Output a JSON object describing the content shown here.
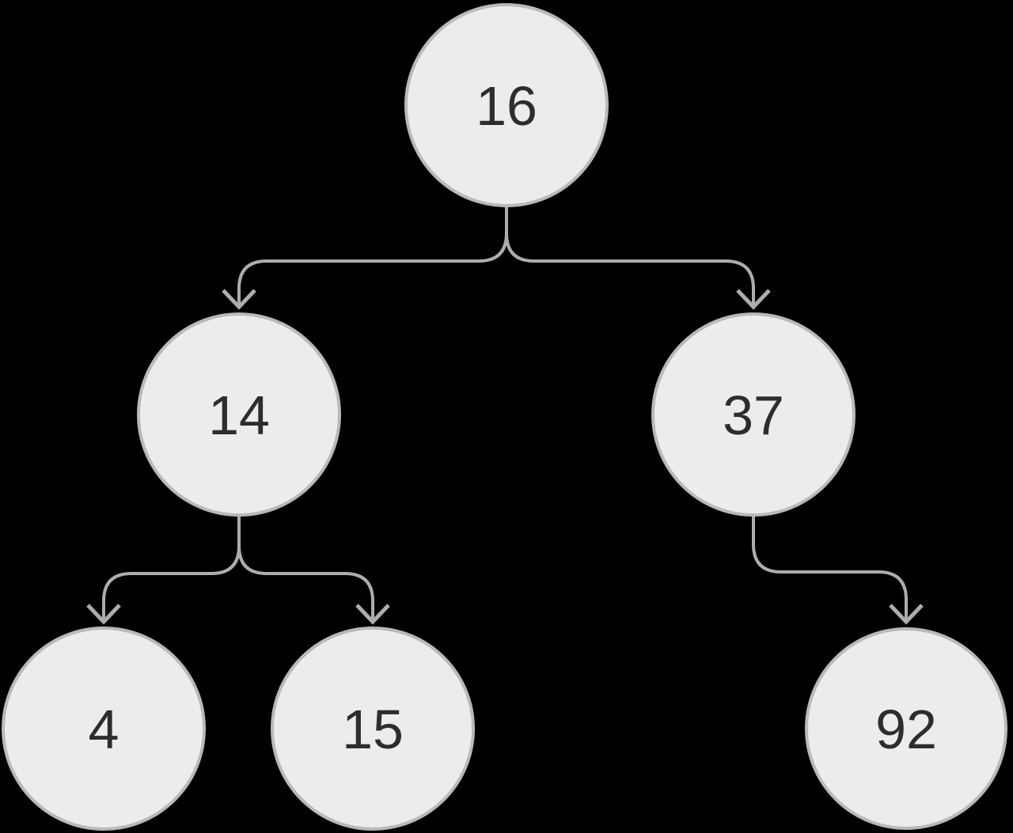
{
  "diagram": {
    "type": "binary-tree",
    "background_color": "#000000",
    "nodes": [
      {
        "id": "16",
        "label": "16",
        "level": 1
      },
      {
        "id": "14",
        "label": "14",
        "level": 2
      },
      {
        "id": "37",
        "label": "37",
        "level": 2
      },
      {
        "id": "4",
        "label": "4",
        "level": 3
      },
      {
        "id": "15",
        "label": "15",
        "level": 3
      },
      {
        "id": "92",
        "label": "92",
        "level": 3
      }
    ],
    "edges": [
      {
        "from": "16",
        "to": "14",
        "side": "left"
      },
      {
        "from": "16",
        "to": "37",
        "side": "right"
      },
      {
        "from": "14",
        "to": "4",
        "side": "left"
      },
      {
        "from": "14",
        "to": "15",
        "side": "right"
      },
      {
        "from": "37",
        "to": "92",
        "side": "right"
      }
    ],
    "colors": {
      "node_fill": "#ececec",
      "node_border": "#b9b9b9",
      "edge": "#adadad",
      "label_text": "#2d2d2d"
    }
  }
}
